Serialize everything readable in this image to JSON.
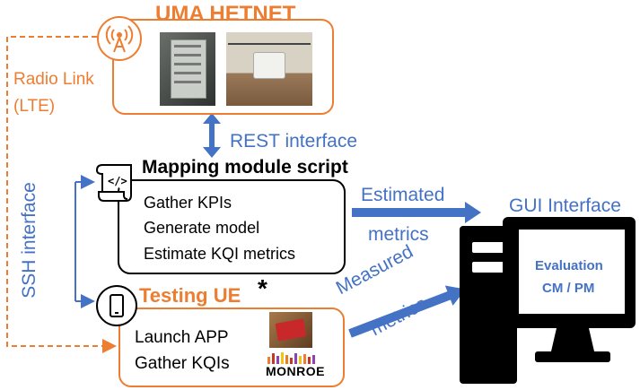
{
  "colors": {
    "orange": "#ED7D31",
    "blue": "#4472C4",
    "black": "#000000"
  },
  "hetnet": {
    "title": "UMA HETNET",
    "icon": "radio-tower-icon",
    "radio_link_line1": "Radio Link",
    "radio_link_line2": "(LTE)"
  },
  "rest": {
    "label": "REST interface"
  },
  "ssh": {
    "label": "SSH interface"
  },
  "mapping": {
    "title": "Mapping module script",
    "icon": "script-icon",
    "items": [
      "Gather KPIs",
      "Generate model",
      "Estimate KQI metrics"
    ]
  },
  "estimated": {
    "line1": "Estimated",
    "line2": "metrics"
  },
  "measured": {
    "line1": "Measured",
    "line2": "metrics"
  },
  "testing": {
    "title": "Testing UE",
    "asterisk": "*",
    "icon": "smartphone-icon",
    "items": [
      "Launch APP",
      "Gather KQIs"
    ],
    "logo": "MONROE"
  },
  "gui": {
    "title": "GUI Interface",
    "eval_line1": "Evaluation",
    "eval_line2": "CM / PM",
    "icon": "desktop-computer-icon"
  }
}
